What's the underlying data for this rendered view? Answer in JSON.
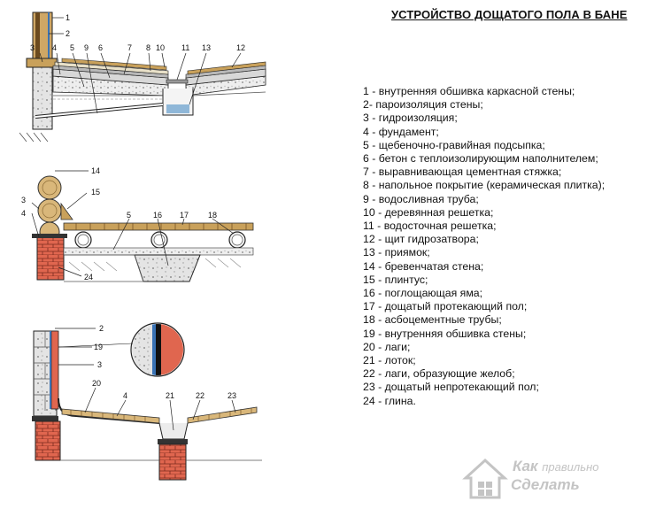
{
  "title": "УСТРОЙСТВО ДОЩАТОГО ПОЛА В БАНЕ",
  "legend": [
    "1 - внутренняя обшивка каркасной стены;",
    "2- пароизоляция стены;",
    "3 - гидроизоляция;",
    "4 - фундамент;",
    "5 - щебеночно-гравийная подсыпка;",
    "6 - бетон с теплоизолирующим наполнителем;",
    "7 - выравнивающая цементная стяжка;",
    "8 - напольное покрытие (керамическая плитка);",
    "9 - водосливная труба;",
    "10 - деревянная решетка;",
    "11 - водосточная решетка;",
    "12 - щит гидрозатвора;",
    "13 - приямок;",
    "14 - бревенчатая стена;",
    "15 - плинтус;",
    "16 - поглощающая яма;",
    "17 - дощатый протекающий пол;",
    "18 - асбоцементные трубы;",
    "19 - внутренняя обшивка стены;",
    "20 - лаги;",
    "21 - лоток;",
    "22 - лаги, образующие желоб;",
    "23 - дощатый непротекающий пол;",
    "24 - глина."
  ],
  "callouts": {
    "top": [
      "1",
      "2",
      "3",
      "4",
      "5",
      "9",
      "6",
      "7",
      "8",
      "10",
      "11",
      "13",
      "12"
    ],
    "middle": [
      "14",
      "15",
      "3",
      "4",
      "5",
      "16",
      "17",
      "18",
      "24"
    ],
    "bottom": [
      "2",
      "19",
      "3",
      "20",
      "4",
      "21",
      "22",
      "23"
    ]
  },
  "watermark": {
    "word1": "Как",
    "word2": "правильно",
    "word3": "Сделать"
  },
  "colors": {
    "brick": "#e0664f",
    "concrete": "#e2e2e2",
    "timber": "#c9a15b",
    "log": "#d9b77a",
    "foil": "#3a73b5",
    "watermark": "#c4c4c4"
  }
}
